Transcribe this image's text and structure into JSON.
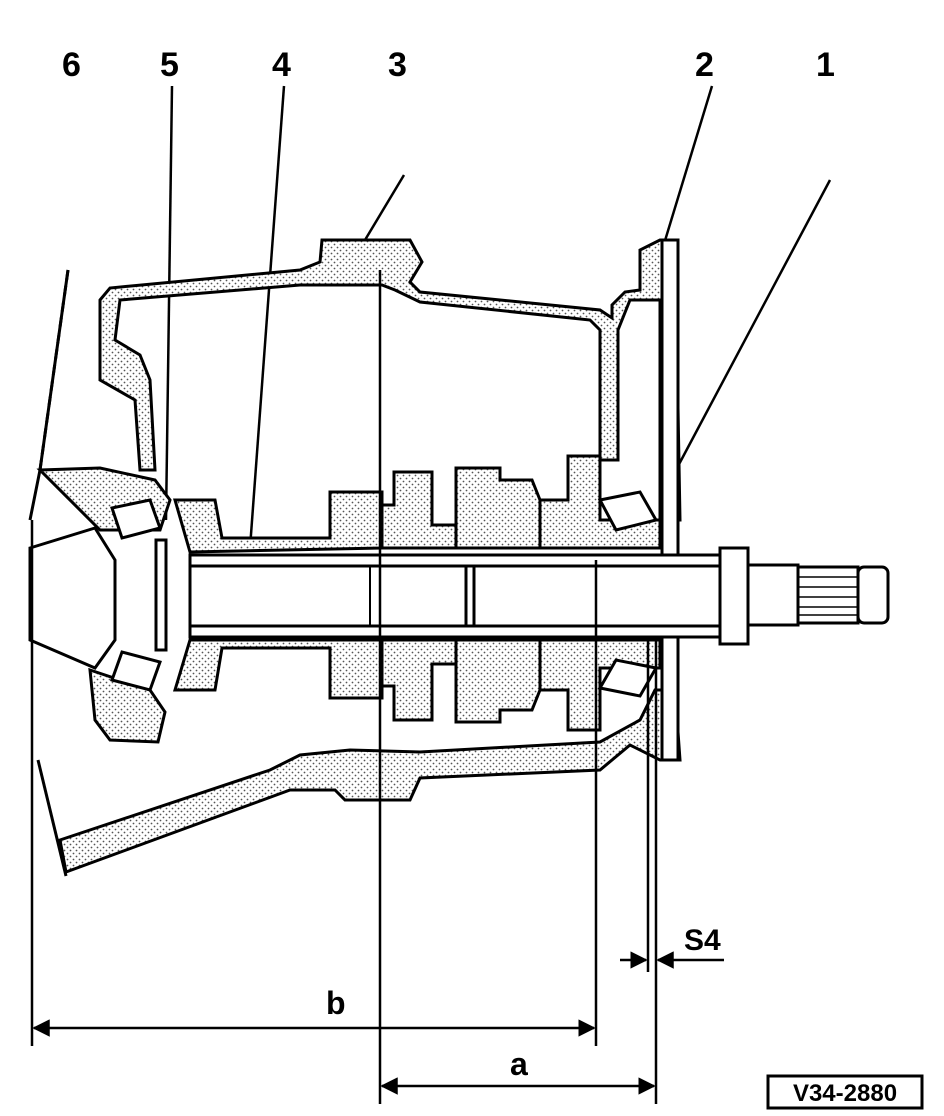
{
  "callouts": [
    "6",
    "5",
    "4",
    "3",
    "2",
    "1"
  ],
  "dimensions": {
    "a": "a",
    "b": "b",
    "s4": "S4"
  },
  "figure_id": "V34-2880"
}
